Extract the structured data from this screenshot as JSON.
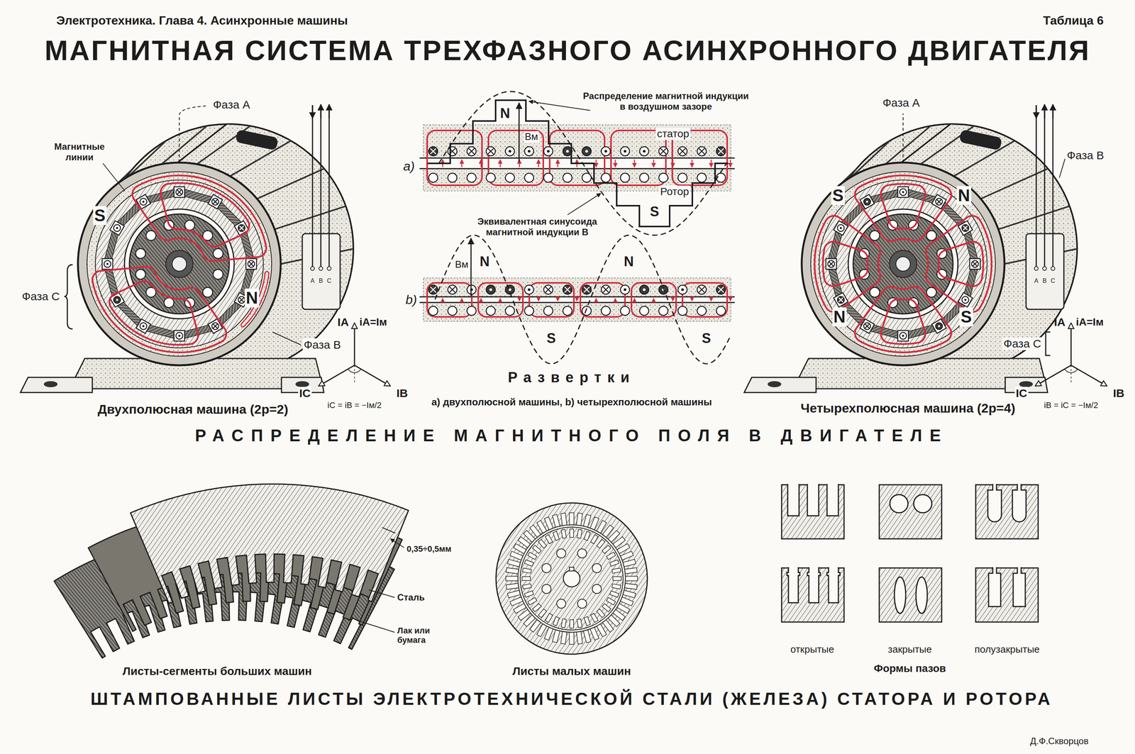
{
  "diagram": {
    "title": "МАГНИТНАЯ СИСТЕМА ТРЕХФАЗНОГО АСИНХРОННОГО ДВИГАТЕЛЯ",
    "labels": [
      "Электротехника. Глава 4. Асинхронные машины",
      "Таблица 6",
      "Фаза A",
      "Магнитные линии",
      "S",
      "N",
      "Фаза C",
      "Фаза B",
      "A",
      "B",
      "C",
      "IA",
      "iA=Iм",
      "IC",
      "IB",
      "iC = iB = −Iм/2",
      "Двухполюсная машина (2p=2)",
      "Распределение магнитной индукции в воздушном зазоре",
      "N",
      "Bм",
      "статор",
      "a)",
      "Ротор",
      "S",
      "Эквивалентная синусоида магнитной индукции B",
      "b)",
      "N",
      "Bм",
      "N",
      "S",
      "S",
      "Развертки",
      "a) двухполюсной машины, b) четырехполюсной машины",
      "Фаза A",
      "Фаза B",
      "S",
      "N",
      "N",
      "S",
      "Фаза C",
      "A",
      "B",
      "C",
      "IA",
      "iA=Iм",
      "IC",
      "IB",
      "iB = iC = −Iм/2",
      "Четырехполюсная машина (2p=4)",
      "РАСПРЕДЕЛЕНИЕ МАГНИТНОГО ПОЛЯ В ДВИГАТЕЛЕ",
      "0,35÷0,5мм",
      "Сталь",
      "Лак или бумага",
      "Листы-сегменты больших машин",
      "Листы малых машин",
      "открытые",
      "закрытые",
      "полузакрытые",
      "Формы пазов",
      "ШТАМПОВАННЫЕ ЛИСТЫ ЭЛЕКТРОТЕХНИЧЕСКОЙ СТАЛИ (ЖЕЛЕЗА) СТАТОРА И РОТОРА",
      "Д.Ф.Скворцов"
    ]
  }
}
